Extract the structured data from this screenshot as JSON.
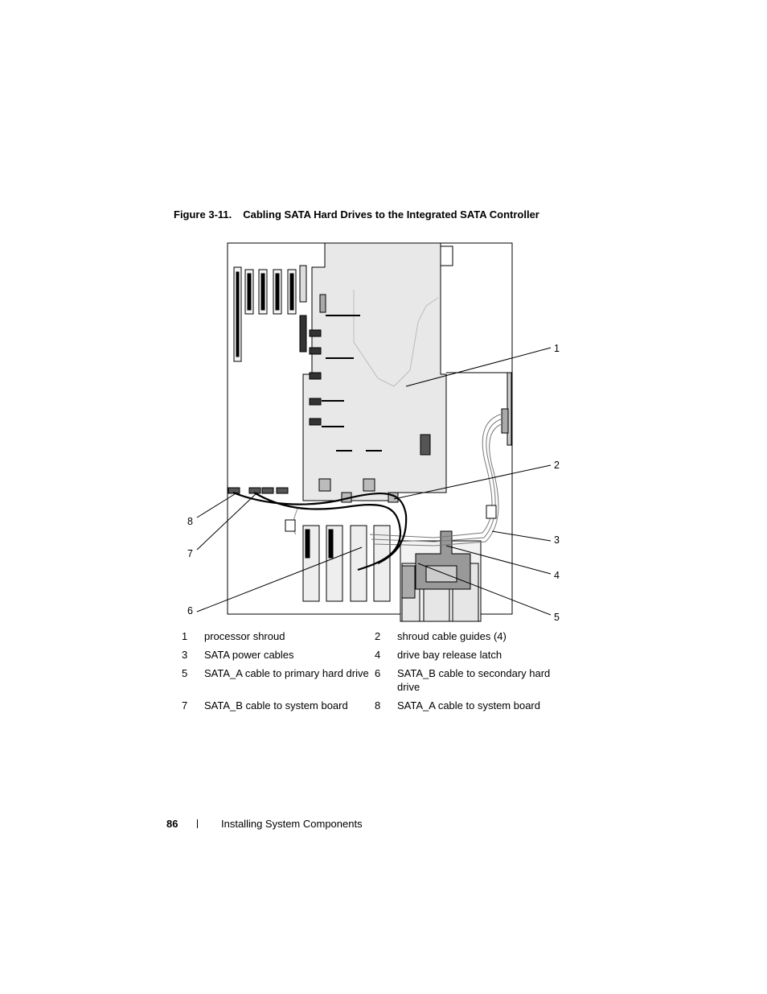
{
  "caption": {
    "figure_number": "Figure 3-11.",
    "title": "Cabling SATA Hard Drives to the Integrated SATA Controller"
  },
  "callouts": [
    "1",
    "2",
    "3",
    "4",
    "5",
    "6",
    "7",
    "8"
  ],
  "legend": [
    {
      "number": "1",
      "text": "processor shroud"
    },
    {
      "number": "2",
      "text": "shroud cable guides (4)"
    },
    {
      "number": "3",
      "text": "SATA power cables"
    },
    {
      "number": "4",
      "text": "drive bay release latch"
    },
    {
      "number": "5",
      "text": "SATA_A cable to primary hard drive"
    },
    {
      "number": "6",
      "text": "SATA_B cable to secondary hard drive"
    },
    {
      "number": "7",
      "text": "SATA_B cable to system board"
    },
    {
      "number": "8",
      "text": "SATA_A cable to system board"
    }
  ],
  "footer": {
    "page_number": "86",
    "section": "Installing System Components"
  }
}
